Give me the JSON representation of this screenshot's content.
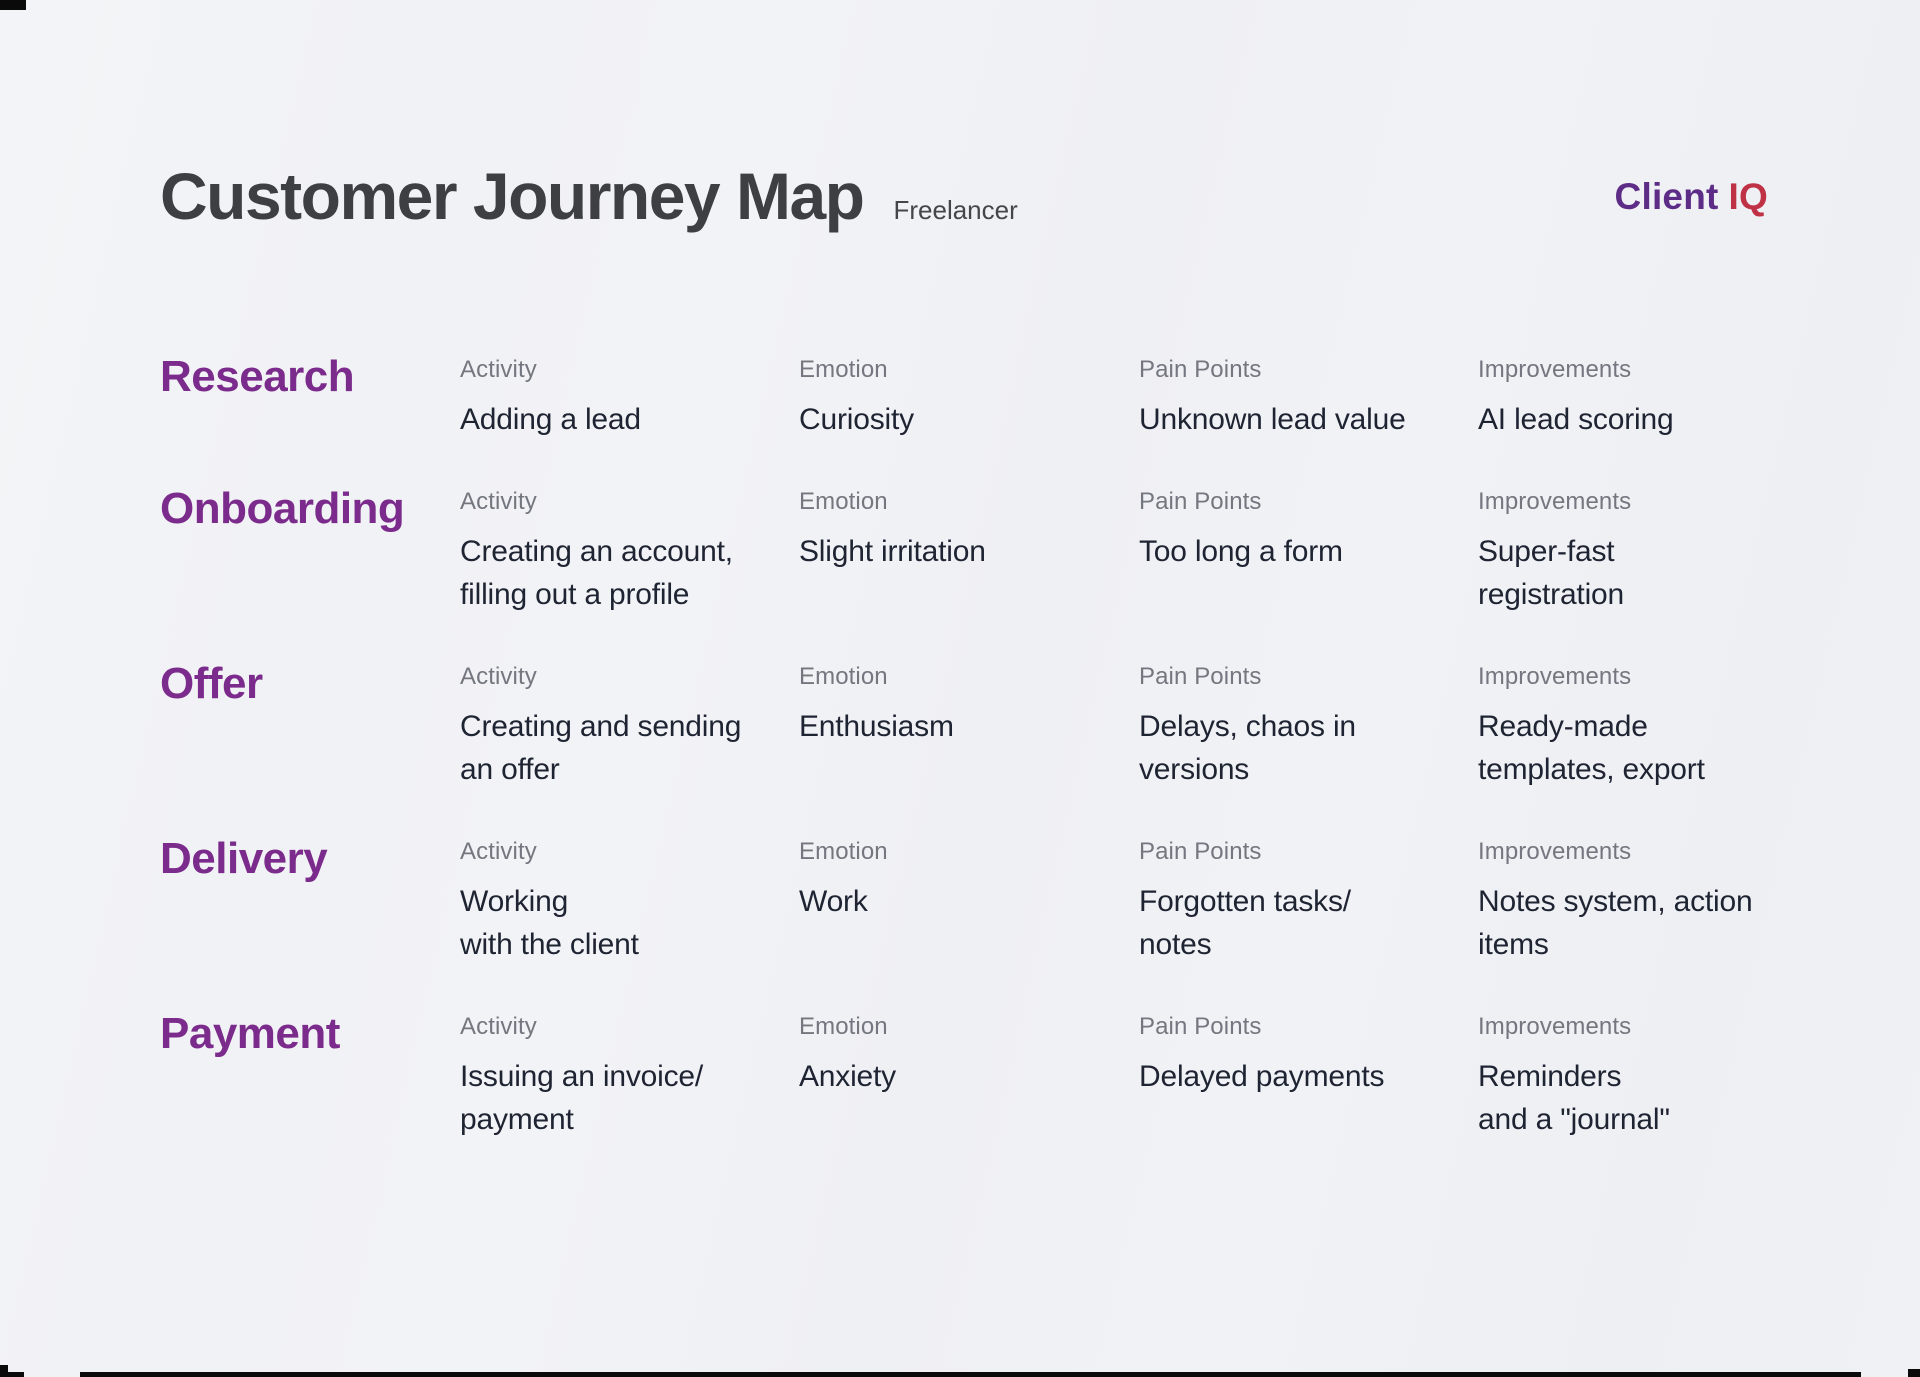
{
  "header": {
    "title": "Customer Journey Map",
    "subtitle": "Freelancer"
  },
  "logo": {
    "text_primary": "Client",
    "text_accent": "IQ"
  },
  "column_headers": {
    "activity": "Activity",
    "emotion": "Emotion",
    "pain_points": "Pain Points",
    "improvements": "Improvements"
  },
  "stages": [
    {
      "name": "Research",
      "activity": "Adding a lead",
      "emotion": "Curiosity",
      "pain_points": "Unknown lead value",
      "improvements": "AI lead scoring"
    },
    {
      "name": "Onboarding",
      "activity": "Creating an account,\nfilling out a profile",
      "emotion": "Slight irritation",
      "pain_points": "Too long a form",
      "improvements": "Super-fast\nregistration"
    },
    {
      "name": "Offer",
      "activity": "Creating and sending\nan offer",
      "emotion": "Enthusiasm",
      "pain_points": "Delays, chaos in\nversions",
      "improvements": "Ready-made\ntemplates, export"
    },
    {
      "name": "Delivery",
      "activity": "Working\nwith the client",
      "emotion": "Work",
      "pain_points": "Forgotten tasks/\nnotes",
      "improvements": "Notes system, action\nitems"
    },
    {
      "name": "Payment",
      "activity": "Issuing an invoice/\npayment",
      "emotion": "Anxiety",
      "pain_points": "Delayed payments",
      "improvements": "Reminders\nand a \"journal\""
    }
  ],
  "colors": {
    "background": "#f1f2f5",
    "stage_accent": "#7b2b8b",
    "title_text": "#3e3f42",
    "label_text": "#74777f",
    "value_text": "#1f2433",
    "logo_primary": "#5d2c86",
    "logo_accent": "#bf3145"
  }
}
